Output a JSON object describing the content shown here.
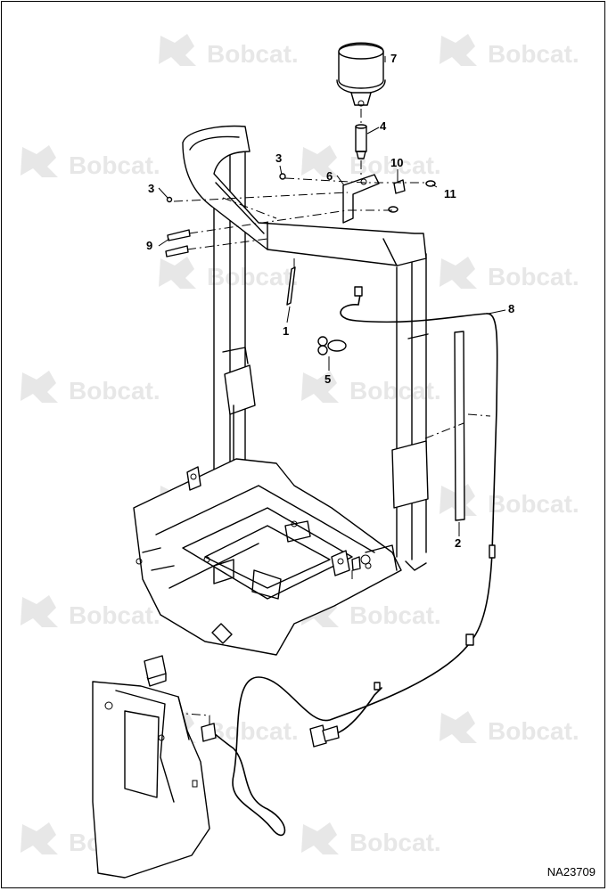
{
  "watermark": {
    "text": "Bobcat."
  },
  "callouts": [
    {
      "id": "1",
      "label": "1"
    },
    {
      "id": "2",
      "label": "2"
    },
    {
      "id": "3a",
      "label": "3"
    },
    {
      "id": "3b",
      "label": "3"
    },
    {
      "id": "4",
      "label": "4"
    },
    {
      "id": "5",
      "label": "5"
    },
    {
      "id": "6",
      "label": "6"
    },
    {
      "id": "7",
      "label": "7"
    },
    {
      "id": "8",
      "label": "8"
    },
    {
      "id": "9",
      "label": "9"
    },
    {
      "id": "10",
      "label": "10"
    },
    {
      "id": "11",
      "label": "11"
    }
  ],
  "drawing_number": "NA23709"
}
